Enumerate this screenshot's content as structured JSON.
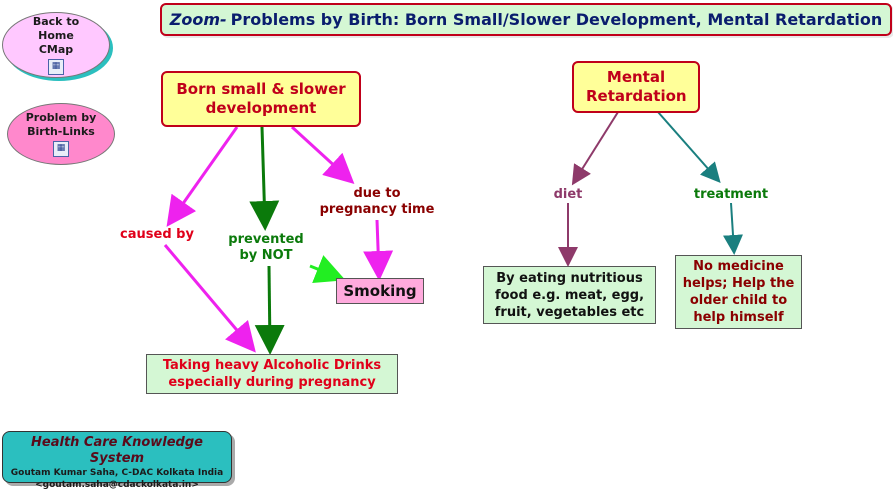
{
  "title": {
    "zoom": "Zoom-",
    "text": "Problems by Birth: Born Small/Slower Development, Mental Retardation"
  },
  "nav": {
    "back_home": "Back to Home CMap",
    "problem_links": "Problem by Birth-Links"
  },
  "concepts": {
    "born_small": "Born small & slower development",
    "mental_retardation": "Mental Retardation",
    "smoking": "Smoking",
    "alcohol": "Taking heavy  Alcoholic Drinks especially during pregnancy",
    "nutrition": "By eating nutritious food e.g. meat, egg, fruit, vegetables etc",
    "no_medicine": "No medicine helps; Help the older child to help himself"
  },
  "links": {
    "caused_by": "caused by",
    "prevented": "prevented by NOT",
    "due_to": "due to pregnancy time",
    "diet": "diet",
    "treatment": "treatment"
  },
  "footer": {
    "title": "Health Care Knowledge System",
    "author": "Goutam Kumar Saha, C-DAC Kolkata India",
    "email": "<goutam.saha@cdackolkata.in>"
  },
  "colors": {
    "magenta": "#ee22ee",
    "green": "#0b7a0b",
    "bright_green": "#22ee22",
    "diet": "#8e3a6a",
    "teal": "#1a7f7f"
  }
}
